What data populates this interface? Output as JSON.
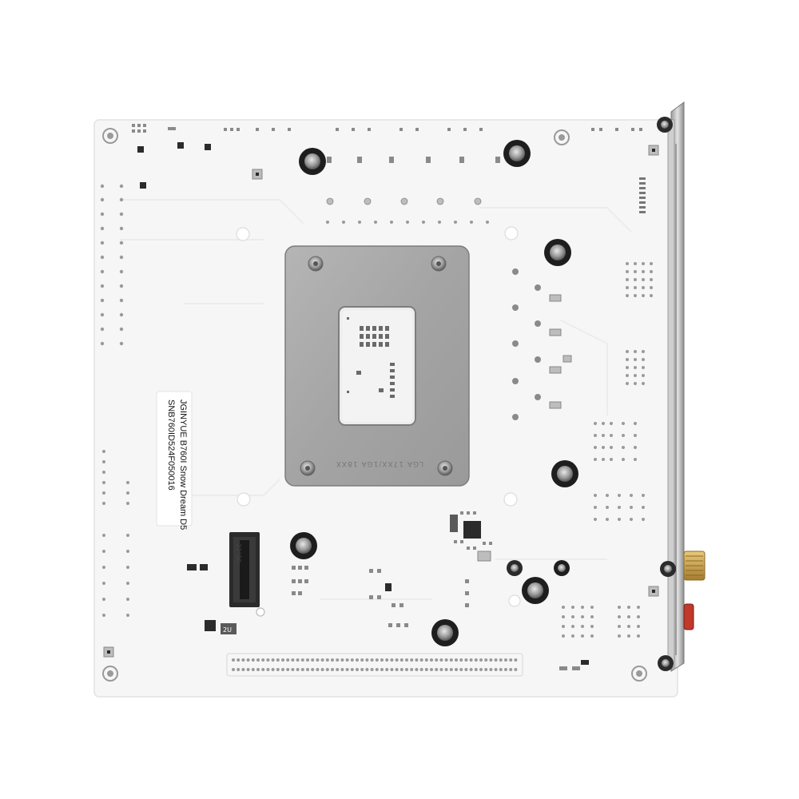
{
  "photo": {
    "subject": "motherboard-backside",
    "colors": {
      "background": "#ffffff",
      "pcb": "#f6f6f6",
      "trace": "#ececec",
      "component": "#8a8a8a",
      "dark_component": "#2b2b2b",
      "backplate": "#a9a9a9",
      "backplate_inner": "#f1f1f1",
      "io_shield": "#bdbdbd",
      "gold": "#c9a24a",
      "red": "#c0392b"
    }
  },
  "sticker": {
    "line1": "JGINYUE B760I Snow Dream D5",
    "line2": "SNB760ID524F050016"
  },
  "socket_backplate": {
    "marking": "LGA 17XX/1GA 18XX"
  },
  "m2_slot": {
    "marking": "22*80"
  },
  "chip_marking": {
    "text": "2U"
  }
}
